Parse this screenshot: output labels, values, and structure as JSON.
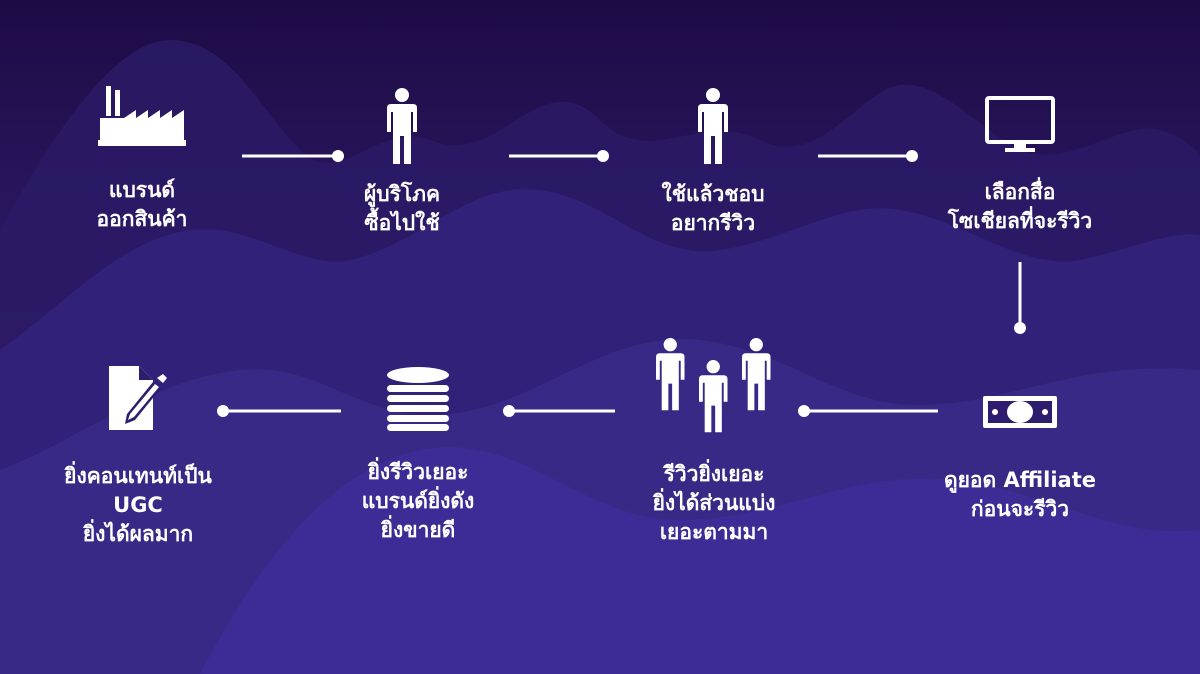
{
  "colors": {
    "bg_top": "#1d0b45",
    "bg_bottom": "#3b2a8a",
    "fg": "#ffffff"
  },
  "steps": [
    {
      "icon": "factory-icon",
      "lines": [
        "แบรนด์",
        "ออกสินค้า"
      ]
    },
    {
      "icon": "person-icon",
      "lines": [
        "ผู้บริโภค",
        "ซื้อไปใช้"
      ]
    },
    {
      "icon": "person-icon",
      "lines": [
        "ใช้แล้วชอบ",
        "อยากรีวิว"
      ]
    },
    {
      "icon": "monitor-icon",
      "lines": [
        "เลือกสื่อ",
        "โซเชียลที่จะรีวิว"
      ]
    },
    {
      "icon": "money-bill-icon",
      "lines": [
        "ดูยอด Affiliate",
        "ก่อนจะรีวิว"
      ]
    },
    {
      "icon": "people-group-icon",
      "lines": [
        "รีวิวยิ่งเยอะ",
        "ยิ่งได้ส่วนแบ่ง",
        "เยอะตามมา"
      ]
    },
    {
      "icon": "coin-stack-icon",
      "lines": [
        "ยิ่งรีวิวเยอะ",
        "แบรนด์ยิ่งดัง",
        "ยิ่งขายดี"
      ]
    },
    {
      "icon": "document-edit-icon",
      "lines": [
        "ยิ่งคอนเทนท์เป็น",
        "UGC",
        "ยิ่งได้ผลมาก"
      ]
    }
  ]
}
